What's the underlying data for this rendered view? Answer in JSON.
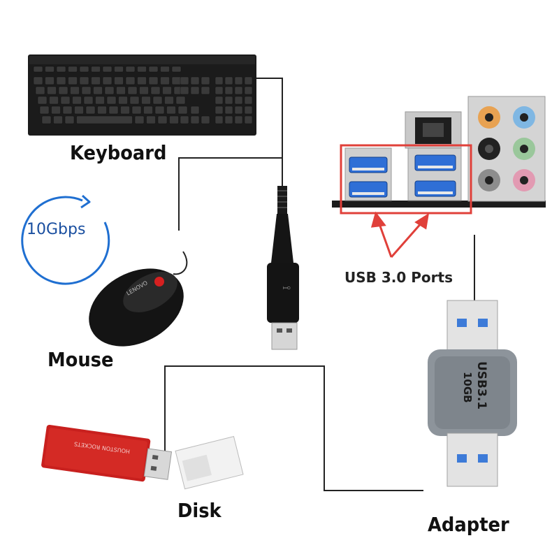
{
  "labels": {
    "keyboard": "Keyboard",
    "mouse": "Mouse",
    "disk": "Disk",
    "adapter": "Adapter",
    "ports": "USB 3.0 Ports",
    "speed": "10Gbps"
  },
  "adapter_body": {
    "line1": "USB3.1",
    "line2": "10GB"
  },
  "disk_brand": "HOUSTON ROCKETS",
  "colors": {
    "highlight": "#e0403a",
    "speed_ring": "#1f6fd1",
    "usb_blue": "#2f6fd6",
    "disk_red": "#c8201e",
    "adapter_gray": "#8d949b"
  }
}
